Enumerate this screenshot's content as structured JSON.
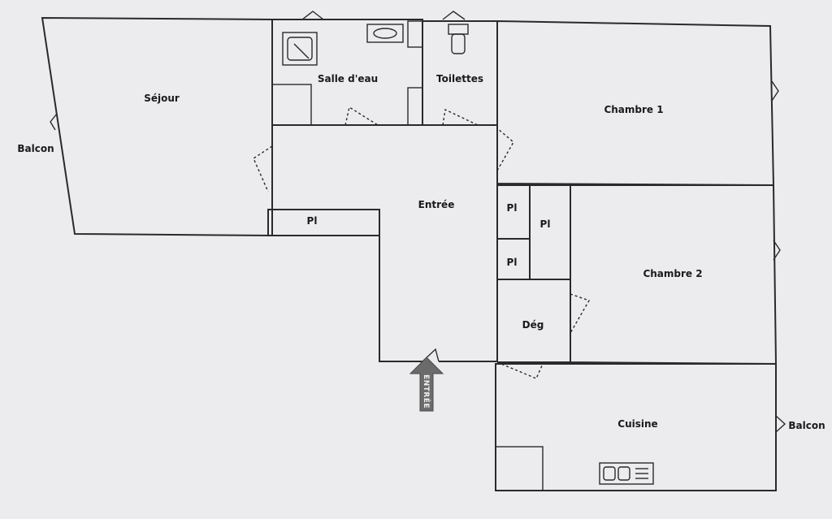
{
  "rooms": {
    "sejour": "Séjour",
    "salle_deau": "Salle d'eau",
    "toilettes": "Toilettes",
    "chambre1": "Chambre 1",
    "chambre2": "Chambre 2",
    "entree": "Entrée",
    "deg": "Dég",
    "cuisine": "Cuisine",
    "placard": "Pl"
  },
  "balcony": "Balcon",
  "entrance_arrow_label": "ENTRÉE",
  "colors": {
    "background": "#ecebee",
    "wall": "#2a2a2a",
    "arrow": "#6b6b6b"
  }
}
